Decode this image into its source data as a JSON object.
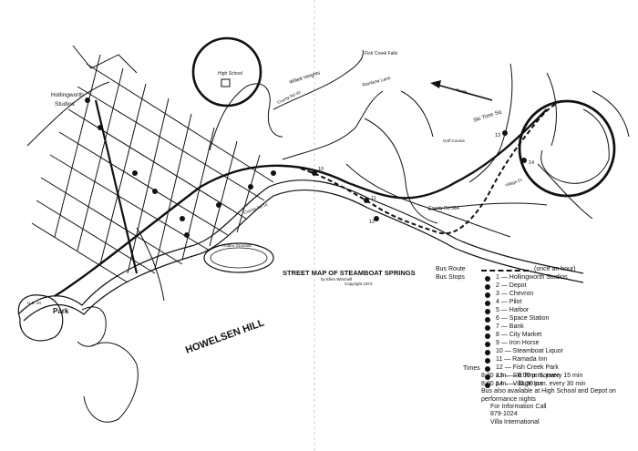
{
  "map": {
    "title": "STREET MAP OF STEAMBOAT SPRINGS",
    "author": "by Ellen Winchell",
    "copyright": "Copyright 1973",
    "labels": {
      "high_school": "High School",
      "hollingworth": "Hollingworth",
      "studios": "Studios",
      "willett_heights": "Willett Heights",
      "county_rd_33": "County Rd 33",
      "fish_creek_falls": "Fish Creek Falls",
      "rainbow_lane": "Rainbow Lane",
      "ski_time_sq": "Ski Time Sq",
      "golf_course": "Golf Course",
      "county_rd_38a": "County Rd 38A",
      "county_rd_14": "County Rd 14",
      "rodeo_grounds": "Rodeo Grounds",
      "howelsen_hill": "HOWELSEN HILL",
      "park": "Park",
      "us_40": "U.S. 40",
      "village_dr": "Village Dr",
      "north": "North"
    }
  },
  "legend": {
    "route_label": "Bus Route",
    "route_note": "(once an hour)",
    "stops_label": "Bus Stops",
    "stops": [
      "1 — Hollingworth Studios",
      "2 — Depot",
      "3 — Chevron",
      "4 — Pilot",
      "5 — Harbor",
      "6 — Space Station",
      "7 — Bank",
      "8 — City Market",
      "9 — Iron Horse",
      "10 — Steamboat Liquor",
      "11 — Ramada Inn",
      "12 — Fish Creek Park",
      "13 — Ski Time Square",
      "14 — Village Inn"
    ]
  },
  "times": {
    "heading": "Times",
    "line1": "8:30 a.m. — 8:00 p.m. every 15 min",
    "line2": "8:00 p.m. — 11:30 p.m. every 30 min",
    "line3": "Bus also available at High School and Depot on",
    "line4": "performance nights",
    "info1": "For Information Call",
    "info2": "879-1024",
    "info3": "Villa International"
  },
  "stop_numbers": [
    "10",
    "11",
    "12",
    "13",
    "14"
  ]
}
